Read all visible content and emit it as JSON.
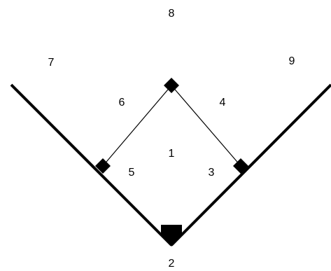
{
  "positions": {
    "pitcher": "1",
    "catcher": "2",
    "first_base": "3",
    "second_base": "4",
    "third_base": "5",
    "shortstop": "6",
    "left_field": "7",
    "center_field": "8",
    "right_field": "9"
  },
  "colors": {
    "lines": "#000000",
    "background": "#ffffff"
  }
}
